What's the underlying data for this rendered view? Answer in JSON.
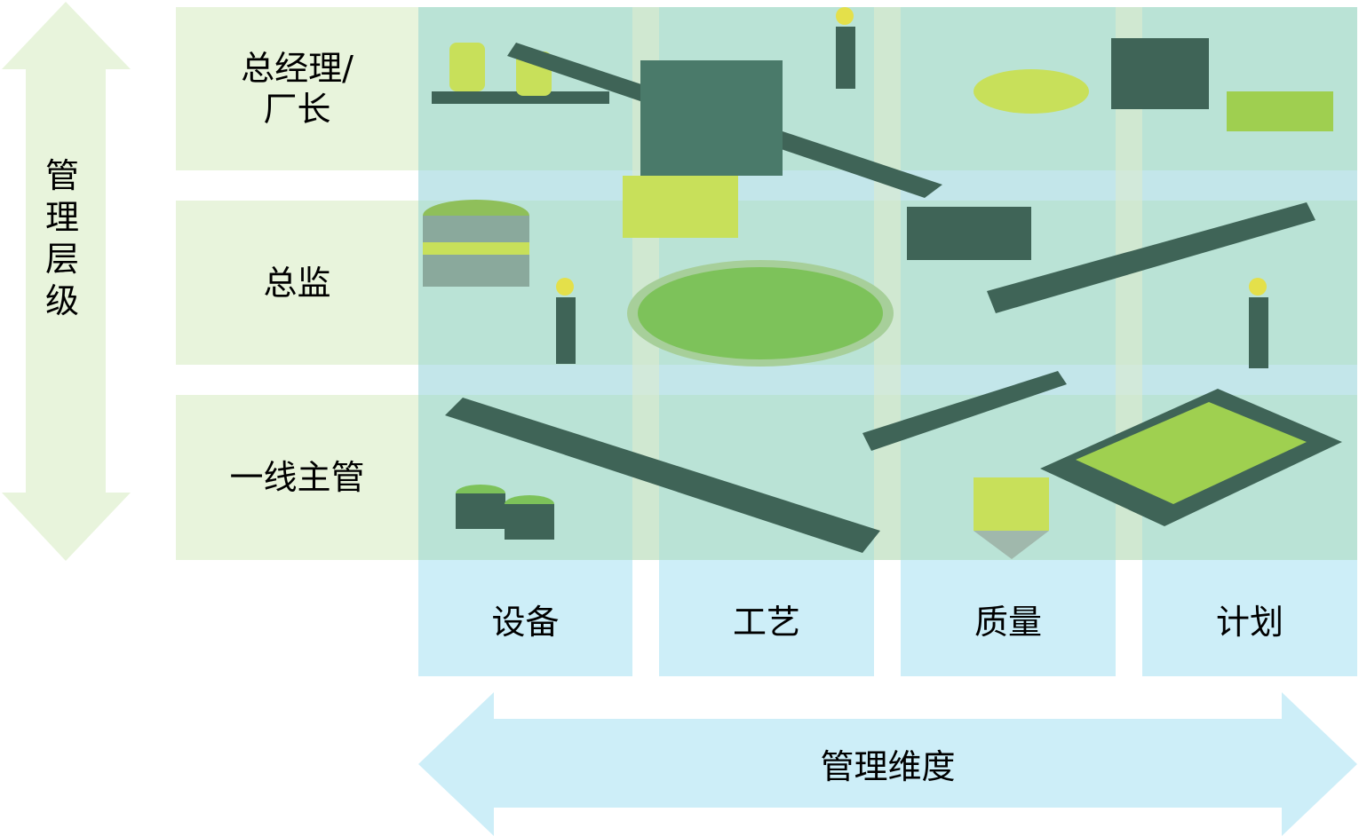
{
  "vertical_axis": {
    "label": "管理层级"
  },
  "rows": [
    {
      "label": "总经理/\n厂长",
      "line1": "总经理/",
      "line2": "厂长"
    },
    {
      "label": "总监"
    },
    {
      "label": "一线主管"
    }
  ],
  "columns": [
    {
      "label": "设备"
    },
    {
      "label": "工艺"
    },
    {
      "label": "质量"
    },
    {
      "label": "计划"
    }
  ],
  "horizontal_axis": {
    "label": "管理维度"
  },
  "colors": {
    "row_fill": "#e8f4dc",
    "column_fill": "#cdeef8",
    "scene_fill": "#b9e2d2",
    "machine_dark": "#3f6457",
    "accent_green": "#c8e05a"
  }
}
